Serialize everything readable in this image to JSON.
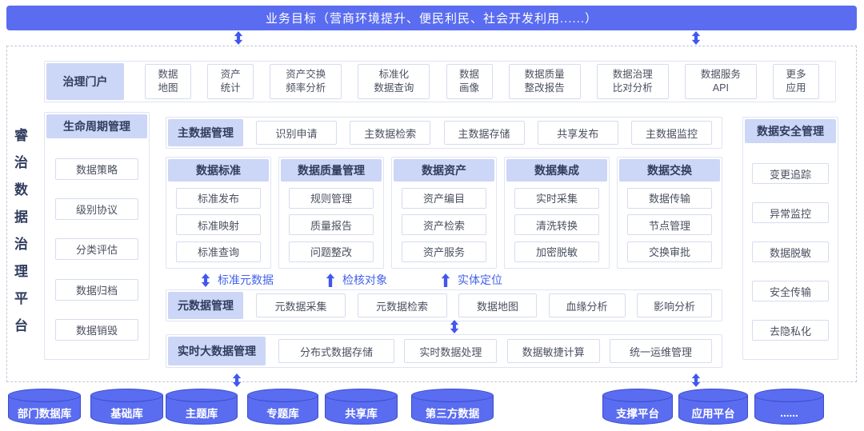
{
  "banner": {
    "title": "业务目标（营商环境提升、便民利民、社会开发利用......）"
  },
  "platform_title": "睿治数据治理平台",
  "portal": {
    "title": "治理门户",
    "items": [
      "数据\n地图",
      "资产\n统计",
      "资产交换\n频率分析",
      "标准化\n数据查询",
      "数据\n画像",
      "数据质量\n整改报告",
      "数据治理\n比对分析",
      "数据服务\nAPI",
      "更多\n应用"
    ]
  },
  "lifecycle": {
    "title": "生命周期管理",
    "items": [
      "数据策略",
      "级别协议",
      "分类评估",
      "数据归档",
      "数据销毁"
    ]
  },
  "master_data": {
    "title": "主数据管理",
    "items": [
      "识别申请",
      "主数据检索",
      "主数据存储",
      "共享发布",
      "主数据监控"
    ]
  },
  "modules": [
    {
      "title": "数据标准",
      "items": [
        "标准发布",
        "标准映射",
        "标准查询"
      ]
    },
    {
      "title": "数据质量管理",
      "items": [
        "规则管理",
        "质量报告",
        "问题整改"
      ]
    },
    {
      "title": "数据资产",
      "items": [
        "资产编目",
        "资产检索",
        "资产服务"
      ]
    },
    {
      "title": "数据集成",
      "items": [
        "实时采集",
        "清洗转换",
        "加密脱敏"
      ]
    },
    {
      "title": "数据交换",
      "items": [
        "数据传输",
        "节点管理",
        "交换审批"
      ]
    }
  ],
  "flow_labels": [
    {
      "label": "标准元数据",
      "arrow": "double"
    },
    {
      "label": "检核对象",
      "arrow": "up"
    },
    {
      "label": "实体定位",
      "arrow": "up"
    }
  ],
  "metadata": {
    "title": "元数据管理",
    "items": [
      "元数据采集",
      "元数据检索",
      "数据地图",
      "血缘分析",
      "影响分析"
    ]
  },
  "realtime": {
    "title": "实时大数据管理",
    "items": [
      "分布式数据存储",
      "实时数据处理",
      "数据敏捷计算",
      "统一运维管理"
    ]
  },
  "security": {
    "title": "数据安全管理",
    "items": [
      "变更追踪",
      "异常监控",
      "数据脱敏",
      "安全传输",
      "去隐私化"
    ]
  },
  "databases": [
    "部门数据库",
    "基础库",
    "主题库",
    "专题库",
    "共享库",
    "第三方数据"
  ],
  "platforms": [
    "支撑平台",
    "应用平台",
    "......"
  ],
  "colors": {
    "banner_bg": "#5a6cf0",
    "header_bg": "#ccd6f6",
    "header_text": "#313c5e",
    "item_border": "#d6dcf0",
    "item_text": "#4a5060",
    "outer_border": "#e0e4f2",
    "frame_border": "#c3c8d9",
    "arrow": "#4257ef",
    "flow_label_text": "#4263ea",
    "cylinder_fill": "#5a6cf0",
    "cylinder_stroke": "#3a4ccd"
  }
}
